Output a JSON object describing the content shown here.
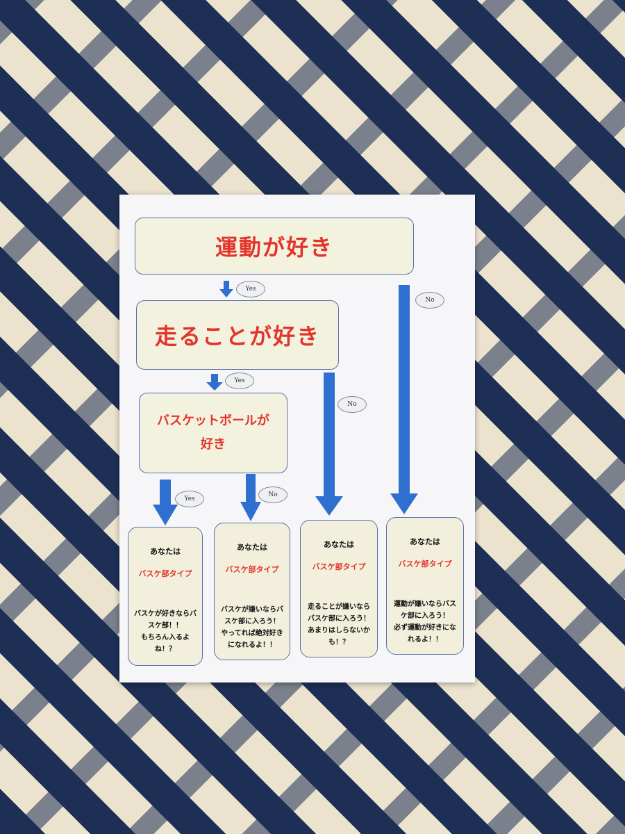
{
  "flowchart": {
    "q1": "運動が好き",
    "q2": "走ることが好き",
    "q3_line1": "バスケットボールが",
    "q3_line2": "好き",
    "yes_label": "Yes",
    "no_label": "No",
    "results": [
      {
        "you": "あなたは",
        "type": "バスケ部タイプ",
        "desc": [
          "バスケが好きならバ",
          "スケ部！！",
          "もちろん入るよ",
          "ね！？"
        ]
      },
      {
        "you": "あなたは",
        "type": "バスケ部タイプ",
        "desc": [
          "バスケが嫌いならバ",
          "スケ部に入ろう！",
          "やってれば絶対好き",
          "になれるよ！！"
        ]
      },
      {
        "you": "あなたは",
        "type": "バスケ部タイプ",
        "desc": [
          "走ることが嫌いなら",
          "バスケ部に入ろう！",
          "あまりはしらないか",
          "も！？"
        ]
      },
      {
        "you": "あなたは",
        "type": "バスケ部タイプ",
        "desc": [
          "運動が嫌いならバス",
          "ケ部に入ろう！",
          "必ず運動が好きにな",
          "れるよ！！"
        ]
      }
    ]
  },
  "colors": {
    "arrow": "#2f6fd0",
    "question_text": "#e3342c"
  }
}
